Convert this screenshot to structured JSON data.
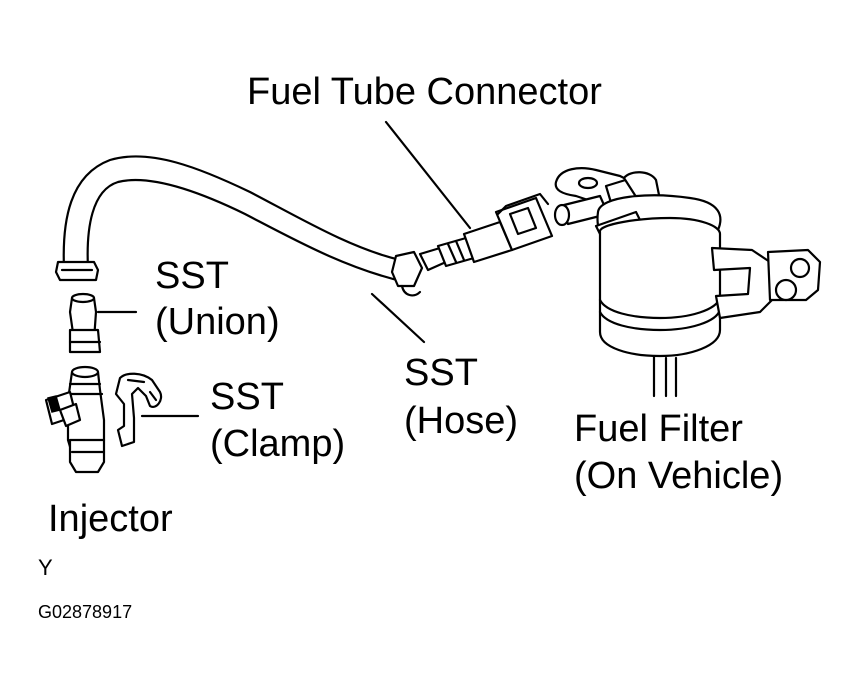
{
  "labels": {
    "fuel_tube_connector": "Fuel Tube Connector",
    "sst_union_line1": "SST",
    "sst_union_line2": "(Union)",
    "sst_clamp_line1": "SST",
    "sst_clamp_line2": "(Clamp)",
    "sst_hose_line1": "SST",
    "sst_hose_line2": "(Hose)",
    "fuel_filter_line1": "Fuel Filter",
    "fuel_filter_line2": "(On Vehicle)",
    "injector": "Injector"
  },
  "footer": {
    "code_letter": "Y",
    "figure_id": "G02878917"
  }
}
